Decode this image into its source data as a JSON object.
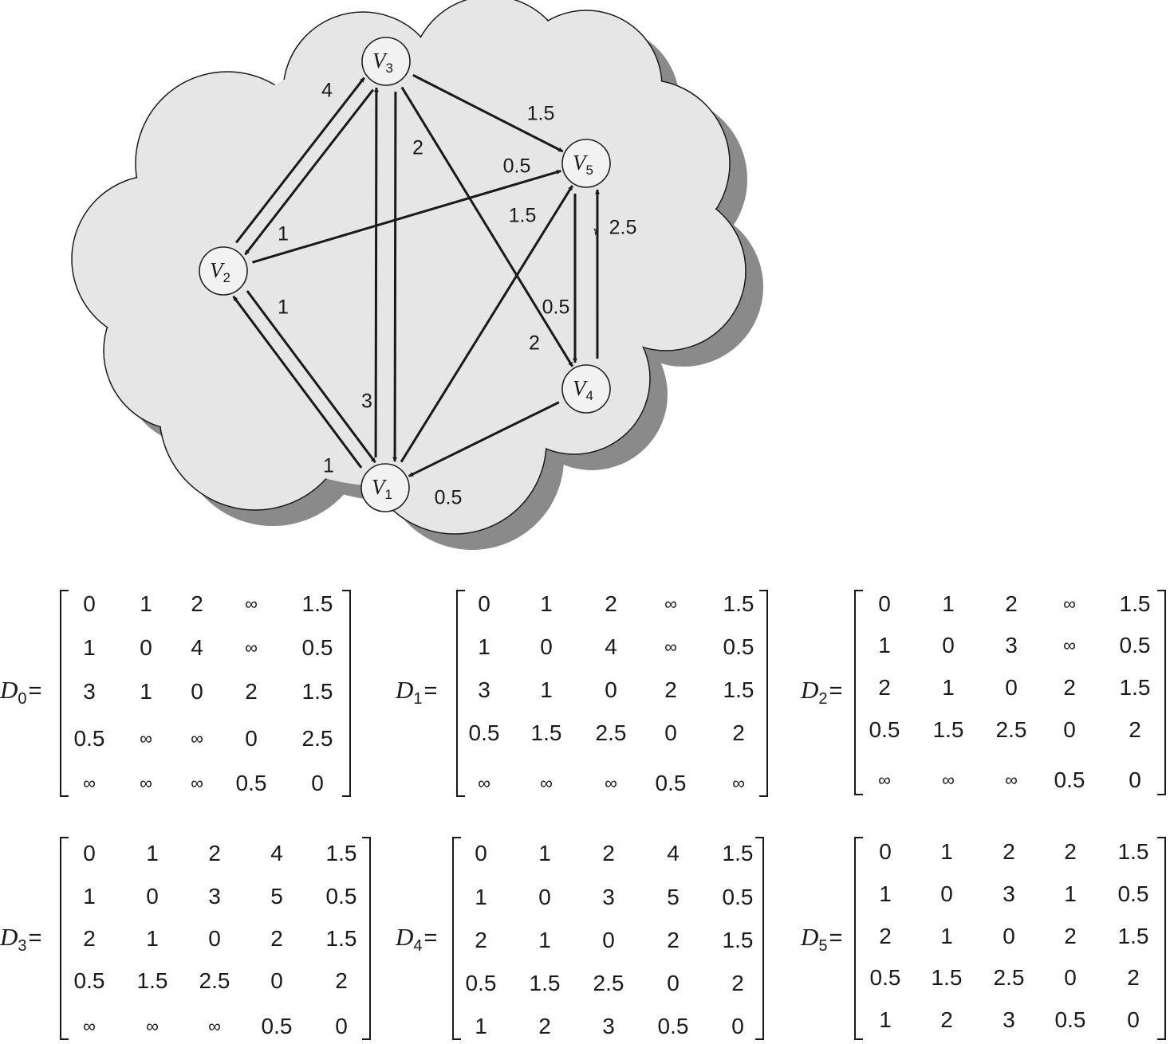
{
  "graph": {
    "nodes": [
      {
        "id": "V1",
        "letter": "V",
        "sub": "1"
      },
      {
        "id": "V2",
        "letter": "V",
        "sub": "2"
      },
      {
        "id": "V3",
        "letter": "V",
        "sub": "3"
      },
      {
        "id": "V4",
        "letter": "V",
        "sub": "4"
      },
      {
        "id": "V5",
        "letter": "V",
        "sub": "5"
      }
    ],
    "edges": [
      {
        "from": "V2",
        "to": "V3",
        "label": "4"
      },
      {
        "from": "V3",
        "to": "V2",
        "label": "1"
      },
      {
        "from": "V2",
        "to": "V5",
        "label": "0.5"
      },
      {
        "from": "V1",
        "to": "V2",
        "label": "1"
      },
      {
        "from": "V2",
        "to": "V1",
        "label": "1"
      },
      {
        "from": "V3",
        "to": "V1",
        "label": "3"
      },
      {
        "from": "V1",
        "to": "V3",
        "label": "2"
      },
      {
        "from": "V3",
        "to": "V5",
        "label": "1.5"
      },
      {
        "from": "V3",
        "to": "V4",
        "label": "2"
      },
      {
        "from": "V1",
        "to": "V5",
        "label": "1.5"
      },
      {
        "from": "V5",
        "to": "V4",
        "label": "0.5"
      },
      {
        "from": "V4",
        "to": "V5",
        "label": "2.5"
      },
      {
        "from": "V4",
        "to": "V1",
        "label": "0.5"
      }
    ]
  },
  "matrices": [
    {
      "letter": "D",
      "sub": "0",
      "eq": "=",
      "rows": [
        [
          "0",
          "1",
          "2",
          "∞",
          "1.5"
        ],
        [
          "1",
          "0",
          "4",
          "∞",
          "0.5"
        ],
        [
          "3",
          "1",
          "0",
          "2",
          "1.5"
        ],
        [
          "0.5",
          "∞",
          "∞",
          "0",
          "2.5"
        ],
        [
          "∞",
          "∞",
          "∞",
          "0.5",
          "0"
        ]
      ]
    },
    {
      "letter": "D",
      "sub": "1",
      "eq": "=",
      "rows": [
        [
          "0",
          "1",
          "2",
          "∞",
          "1.5"
        ],
        [
          "1",
          "0",
          "4",
          "∞",
          "0.5"
        ],
        [
          "3",
          "1",
          "0",
          "2",
          "1.5"
        ],
        [
          "0.5",
          "1.5",
          "2.5",
          "0",
          "2"
        ],
        [
          "∞",
          "∞",
          "∞",
          "0.5",
          "∞"
        ]
      ]
    },
    {
      "letter": "D",
      "sub": "2",
      "eq": "=",
      "rows": [
        [
          "0",
          "1",
          "2",
          "∞",
          "1.5"
        ],
        [
          "1",
          "0",
          "3",
          "∞",
          "0.5"
        ],
        [
          "2",
          "1",
          "0",
          "2",
          "1.5"
        ],
        [
          "0.5",
          "1.5",
          "2.5",
          "0",
          "2"
        ],
        [
          "∞",
          "∞",
          "∞",
          "0.5",
          "0"
        ]
      ]
    },
    {
      "letter": "D",
      "sub": "3",
      "eq": "=",
      "rows": [
        [
          "0",
          "1",
          "2",
          "4",
          "1.5"
        ],
        [
          "1",
          "0",
          "3",
          "5",
          "0.5"
        ],
        [
          "2",
          "1",
          "0",
          "2",
          "1.5"
        ],
        [
          "0.5",
          "1.5",
          "2.5",
          "0",
          "2"
        ],
        [
          "∞",
          "∞",
          "∞",
          "0.5",
          "0"
        ]
      ]
    },
    {
      "letter": "D",
      "sub": "4",
      "eq": "=",
      "rows": [
        [
          "0",
          "1",
          "2",
          "4",
          "1.5"
        ],
        [
          "1",
          "0",
          "3",
          "5",
          "0.5"
        ],
        [
          "2",
          "1",
          "0",
          "2",
          "1.5"
        ],
        [
          "0.5",
          "1.5",
          "2.5",
          "0",
          "2"
        ],
        [
          "1",
          "2",
          "3",
          "0.5",
          "0"
        ]
      ]
    },
    {
      "letter": "D",
      "sub": "5",
      "eq": "=",
      "rows": [
        [
          "0",
          "1",
          "2",
          "2",
          "1.5"
        ],
        [
          "1",
          "0",
          "3",
          "1",
          "0.5"
        ],
        [
          "2",
          "1",
          "0",
          "2",
          "1.5"
        ],
        [
          "0.5",
          "1.5",
          "2.5",
          "0",
          "2"
        ],
        [
          "1",
          "2",
          "3",
          "0.5",
          "0"
        ]
      ]
    }
  ],
  "colors": {
    "cloud_fill": "#e6e6e6",
    "cloud_shadow": "#8a8a8a",
    "ink": "#1a1a1a"
  }
}
